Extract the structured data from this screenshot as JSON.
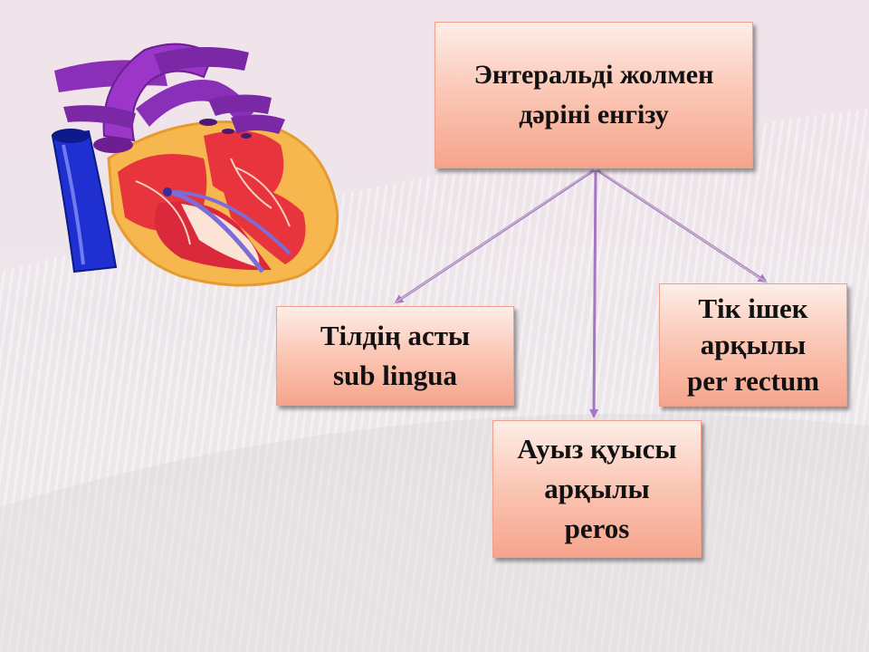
{
  "diagram": {
    "root": {
      "lines": [
        "Энтеральді жолмен",
        "дәріні енгізу"
      ]
    },
    "children": [
      {
        "id": "sublingual",
        "lines": [
          "Тілдің асты",
          "sub lingua"
        ]
      },
      {
        "id": "oral",
        "lines": [
          "Ауыз қуысы",
          "арқылы",
          "peros"
        ]
      },
      {
        "id": "rectal",
        "lines": [
          "Тік ішек",
          "арқылы",
          "per rectum"
        ]
      }
    ]
  },
  "colors": {
    "box_top": "#fdeee8",
    "box_bottom": "#f6a48c",
    "connector": "#a874c4",
    "background": "#ebe3e8"
  },
  "illustration": {
    "icon": "heart-anatomy-icon"
  }
}
